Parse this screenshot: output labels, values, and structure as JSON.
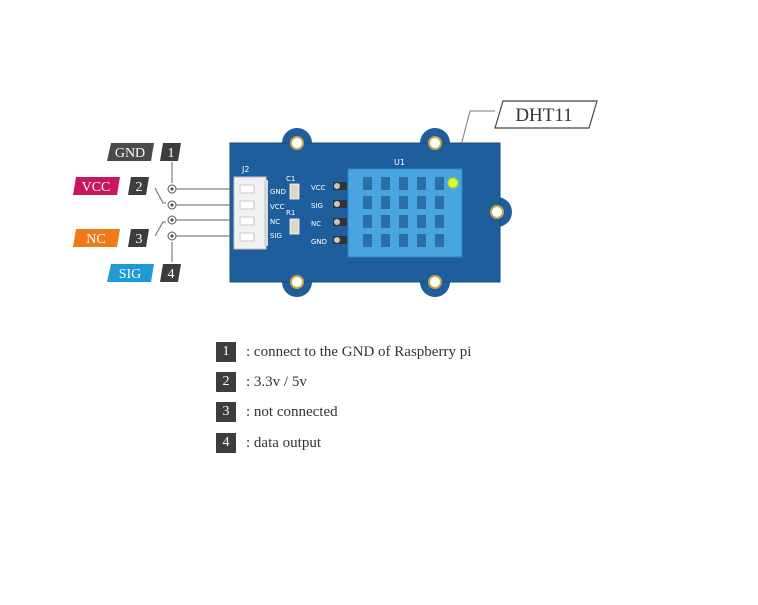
{
  "chip_label": "DHT11",
  "board": {
    "connector_ref": "J2",
    "sensor_ref": "U1",
    "cap_ref": "C1",
    "res_ref": "R1",
    "connector_pins": [
      "GND",
      "VCC",
      "NC",
      "SIG"
    ],
    "sensor_pins": [
      "VCC",
      "SIG",
      "NC",
      "GND"
    ]
  },
  "pin_tags": [
    {
      "label": "GND",
      "number": "1",
      "color": "#4a4a4a"
    },
    {
      "label": "VCC",
      "number": "2",
      "color": "#c8175d"
    },
    {
      "label": "NC",
      "number": "3",
      "color": "#ee7a1b"
    },
    {
      "label": "SIG",
      "number": "4",
      "color": "#1f9ad6"
    }
  ],
  "legend": [
    {
      "number": "1",
      "text": ": connect to the GND of Raspberry pi"
    },
    {
      "number": "2",
      "text": ": 3.3v / 5v"
    },
    {
      "number": "3",
      "text": ": not connected"
    },
    {
      "number": "4",
      "text": ": data output"
    }
  ],
  "colors": {
    "board": "#1f5e9c",
    "board_edge": "#174c80",
    "sensor": "#49a5e0",
    "led": "#d8f53a",
    "connector": "#f1f1f1",
    "dark_tag": "#3d3d3d"
  }
}
